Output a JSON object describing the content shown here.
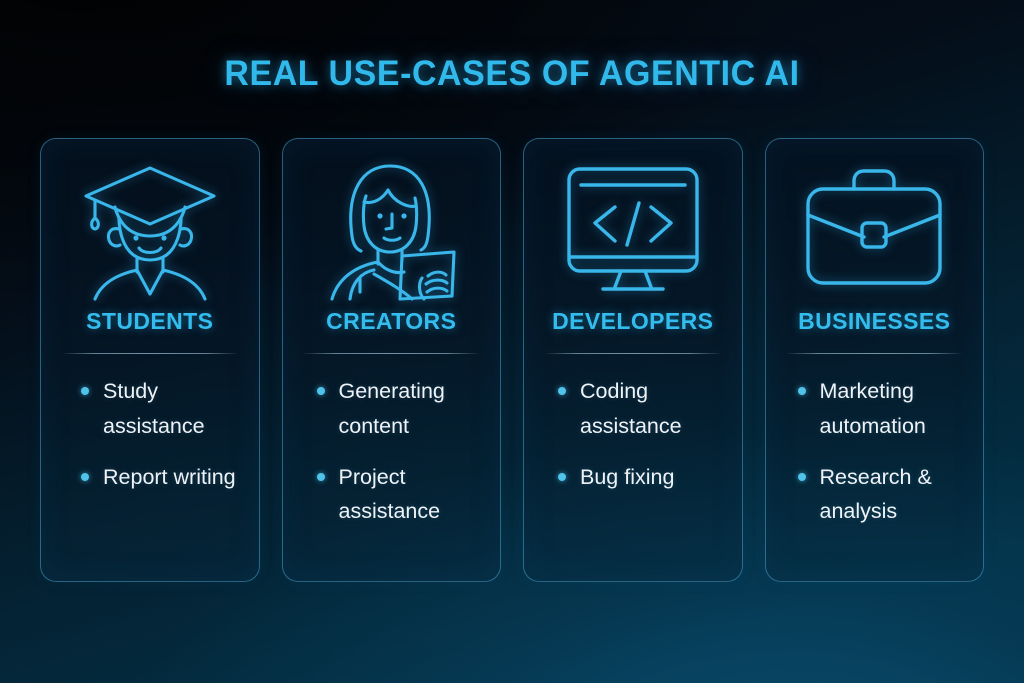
{
  "page": {
    "title": "REAL USE-CASES OF AGENTIC AI",
    "background_top_color": "#04090f",
    "background_bottom_color": "#023449",
    "accent_color": "#33bdef",
    "heading_color": "#31b9ec",
    "body_text_color": "#eef3f8",
    "card_border_color": "#4aa0cd"
  },
  "cards": [
    {
      "icon": "graduation-cap-student-icon",
      "heading": "STUDENTS",
      "bullets": [
        "Study assistance",
        "Report writing"
      ]
    },
    {
      "icon": "creator-with-tablet-icon",
      "heading": "CREATORS",
      "bullets": [
        "Generating content",
        "Project assistance"
      ]
    },
    {
      "icon": "monitor-code-icon",
      "heading": "DEVELOPERS",
      "bullets": [
        "Coding assistance",
        "Bug fixing"
      ]
    },
    {
      "icon": "briefcase-icon",
      "heading": "BUSINESSES",
      "bullets": [
        "Marketing automation",
        "Research & analysis"
      ]
    }
  ]
}
